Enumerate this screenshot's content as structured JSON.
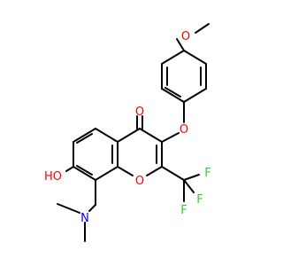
{
  "molecule": {
    "atoms": {
      "methoxy_o": "O",
      "ether_o": "O",
      "carbonyl_o": "O",
      "ring_o": "O",
      "hydroxyl": "HO",
      "nitrogen": "N",
      "f1": "F",
      "f2": "F",
      "f3": "F"
    },
    "colors": {
      "oxygen": "#ff0000",
      "nitrogen": "#0000ff",
      "fluorine": "#33cc33",
      "bond": "#000000"
    }
  }
}
